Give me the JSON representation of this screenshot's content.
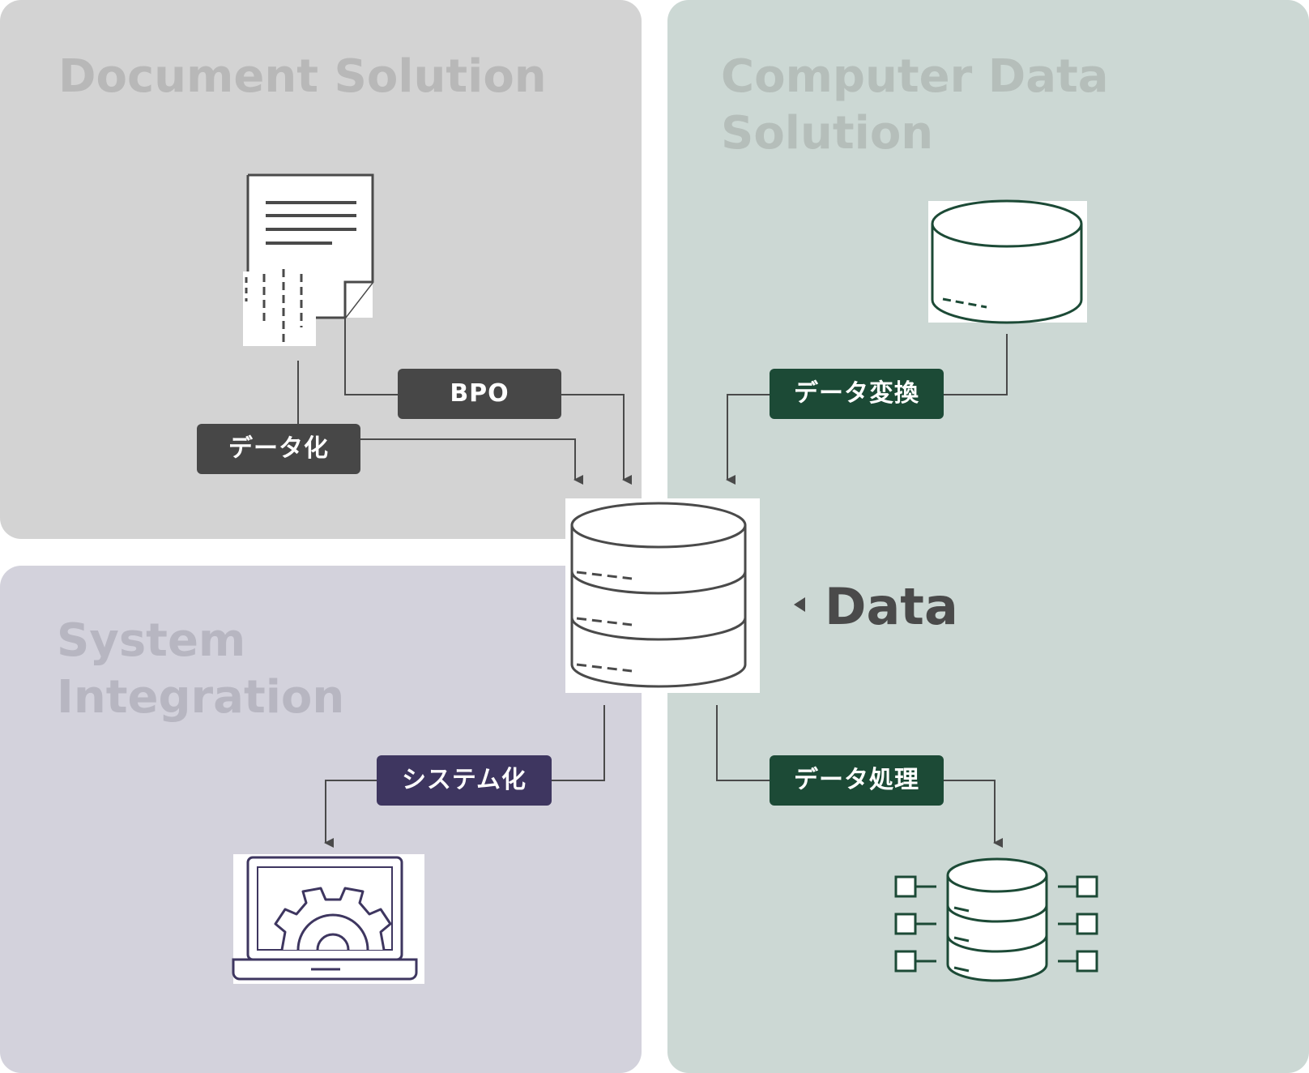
{
  "panels": {
    "document_solution": {
      "title": "Document Solution"
    },
    "computer_data_solution": {
      "title": "Computer Data\nSolution"
    },
    "system_integration": {
      "title": "System\nIntegration"
    }
  },
  "tags": {
    "bpo": "BPO",
    "datafy": "データ化",
    "data_convert": "データ変換",
    "systemize": "システム化",
    "data_process": "データ処理"
  },
  "center": {
    "label": "Data"
  },
  "icons": {
    "document": "document-icon",
    "source_database": "database-icon",
    "central_database": "database-stack-icon",
    "laptop": "laptop-gear-icon",
    "network_database": "network-database-icon"
  },
  "colors": {
    "document_panel": "#d3d3d3",
    "computer_data_panel": "#ccd8d4",
    "system_integration_panel": "#d3d2dc",
    "gray_tag": "#474747",
    "green_tag": "#1c4a36",
    "purple_tag": "#3e3660",
    "gray_line": "#4a4a4a",
    "green_line": "#1c4a36",
    "purple_line": "#3e3660"
  }
}
